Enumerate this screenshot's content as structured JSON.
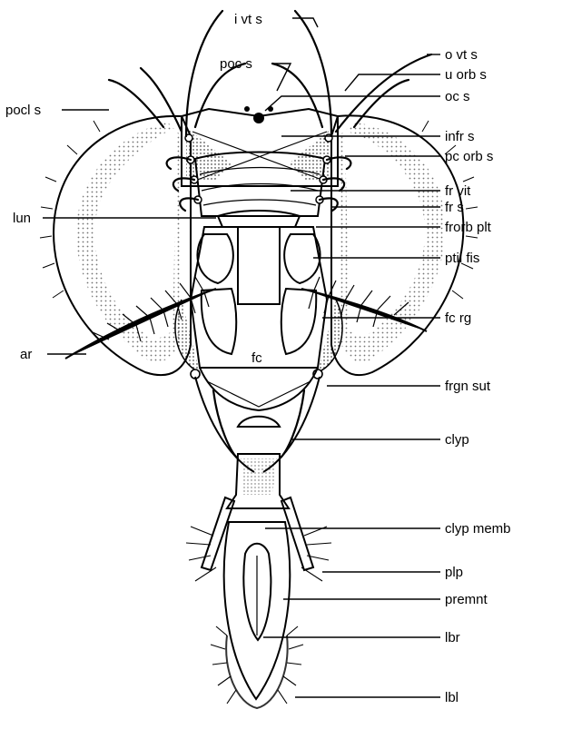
{
  "diagram": {
    "labels": {
      "i_vt_s": "i vt s",
      "poc_s": "poc s",
      "o_vt_s": "o vt s",
      "u_orb_s": "u orb s",
      "oc_s": "oc s",
      "pocl_s": "pocl s",
      "infr_s": "infr s",
      "pc_orb_s": "pc orb s",
      "fr_vit": "fr vit",
      "fr_s": "fr s",
      "lun": "lun",
      "frorb_plt": "frorb plt",
      "ptil_fis": "ptil fis",
      "fc_rg": "fc rg",
      "ar": "ar",
      "fc": "fc",
      "frgn_sut": "frgn sut",
      "clyp": "clyp",
      "clyp_memb": "clyp memb",
      "plp": "plp",
      "premnt": "premnt",
      "lbr": "lbr",
      "lbl": "lbl"
    }
  }
}
